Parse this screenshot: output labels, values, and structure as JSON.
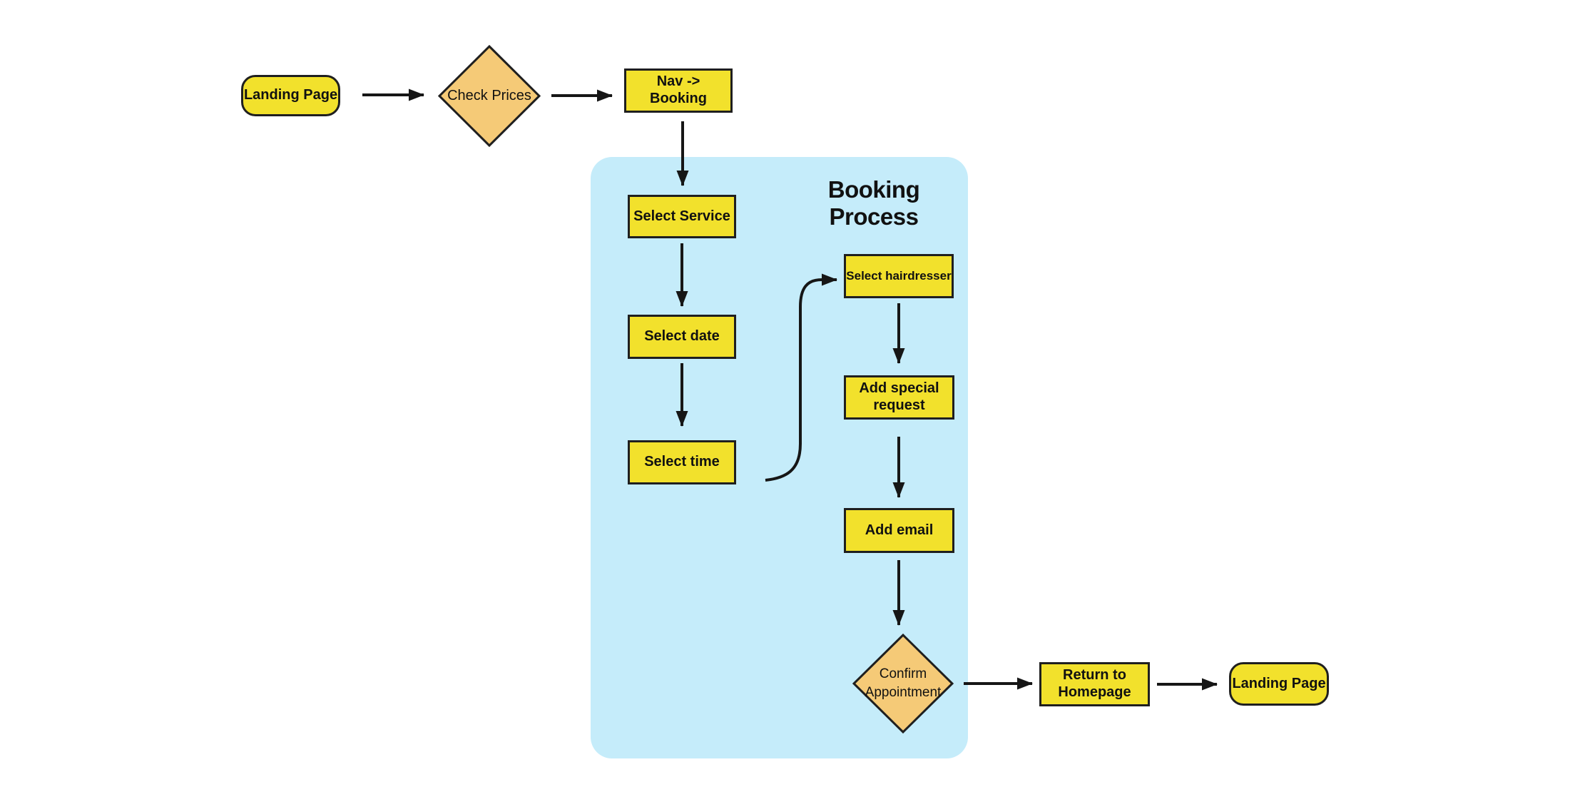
{
  "colors": {
    "background": "#ffffff",
    "node_fill": "#f2e12c",
    "decision_fill": "#f5ca77",
    "container_fill": "#c5ecfa",
    "border": "#1f1f1f",
    "arrow": "#161616",
    "text": "#111111"
  },
  "container": {
    "title": "Booking Process"
  },
  "nodes": {
    "landing_start": {
      "label": "Landing Page",
      "type": "terminator"
    },
    "check_prices": {
      "label": "Check Prices",
      "type": "decision"
    },
    "nav_booking": {
      "label": "Nav -> Booking",
      "type": "process"
    },
    "select_service": {
      "label": "Select Service",
      "type": "process"
    },
    "select_date": {
      "label": "Select date",
      "type": "process"
    },
    "select_time": {
      "label": "Select time",
      "type": "process"
    },
    "select_hairdresser": {
      "label": "Select hairdresser",
      "type": "process"
    },
    "add_special_request": {
      "label": "Add special request",
      "type": "process"
    },
    "add_email": {
      "label": "Add email",
      "type": "process"
    },
    "confirm_appointment": {
      "label": "Confirm Appointment",
      "type": "decision"
    },
    "return_homepage": {
      "label": "Return to Homepage",
      "type": "process"
    },
    "landing_end": {
      "label": "Landing Page",
      "type": "terminator"
    }
  },
  "edges": [
    {
      "from": "landing_start",
      "to": "check_prices"
    },
    {
      "from": "check_prices",
      "to": "nav_booking"
    },
    {
      "from": "nav_booking",
      "to": "select_service"
    },
    {
      "from": "select_service",
      "to": "select_date"
    },
    {
      "from": "select_date",
      "to": "select_time"
    },
    {
      "from": "select_time",
      "to": "select_hairdresser"
    },
    {
      "from": "select_hairdresser",
      "to": "add_special_request"
    },
    {
      "from": "add_special_request",
      "to": "add_email"
    },
    {
      "from": "add_email",
      "to": "confirm_appointment"
    },
    {
      "from": "confirm_appointment",
      "to": "return_homepage"
    },
    {
      "from": "return_homepage",
      "to": "landing_end"
    }
  ]
}
